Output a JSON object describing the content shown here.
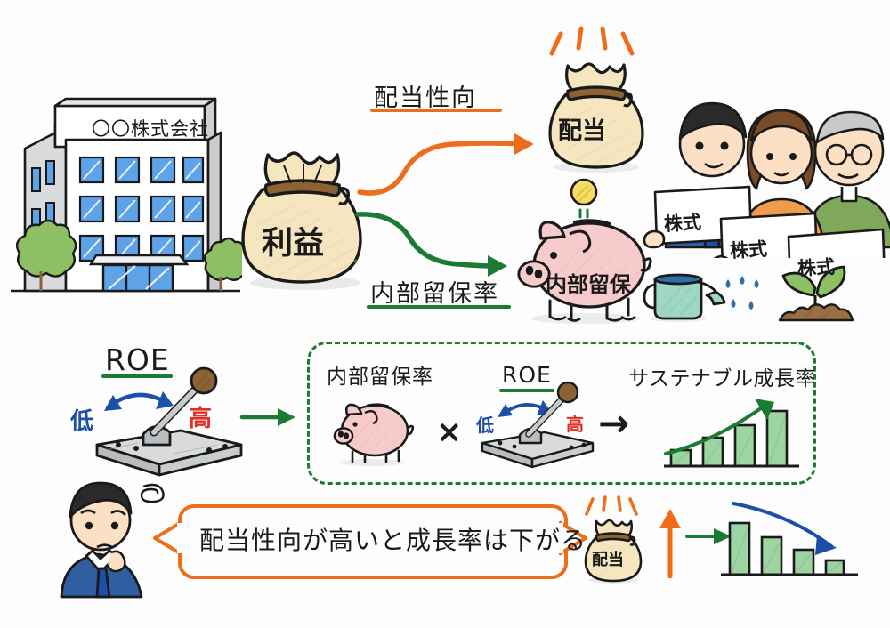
{
  "meta": {
    "title": "配当性向と内部留保率・サステナブル成長率の関係図",
    "background_color": "#fdfdfd",
    "ink_color": "#1a1a1a"
  },
  "colors": {
    "orange": "#ef6c1a",
    "green": "#1b7a33",
    "dark_green": "#166b2b",
    "blue": "#1b4fa8",
    "red": "#e03024",
    "bag_fill": "#f6e6c0",
    "bag_tie": "#8a6233",
    "pig_fill": "#f6cbcb",
    "coin_fill": "#f5dd62",
    "bar_fill": "#9ed3a4",
    "window_blue": "#5ea2e8",
    "building_gray": "#d8dadc",
    "tree_green": "#8cc063",
    "soil_brown": "#9a6f41",
    "can_teal": "#9ed8c4",
    "suit_blue": "#2f5fa0",
    "woman_orange": "#f09a4b",
    "elder_green": "#7fa85a",
    "skin": "#fbe0c4",
    "hair_black": "#2a2a2a",
    "hair_brown": "#7a4b28",
    "hair_gray": "#c9c9c9"
  },
  "scene_top": {
    "company": {
      "sign_label": "〇〇株式会社",
      "name": "company-building",
      "windows_front_cols": 4,
      "windows_front_rows": 3,
      "windows_side_cols": 2,
      "windows_side_rows": 3,
      "trees": 2
    },
    "profit_bag": {
      "label": "利益",
      "name": "profit-money-bag"
    },
    "branch_payout": {
      "label": "配当性向",
      "underline_color": "#ef6c1a",
      "arrow_color": "#ef6c1a",
      "arrow_direction": "up-right"
    },
    "branch_retention": {
      "label": "内部留保率",
      "underline_color": "#1b7a33",
      "arrow_color": "#1b7a33",
      "arrow_direction": "down-right"
    },
    "dividend_bag": {
      "label": "配当",
      "sparkle_color": "#ef6c1a",
      "sparkle_count": 4
    },
    "coin": {
      "label": "",
      "color": "#f5dd62"
    },
    "piggy": {
      "label": "内部留保",
      "fill": "#f6cbcb"
    },
    "watering_can": {
      "name": "watering-can",
      "drops": 5
    },
    "sprout": {
      "name": "sprout-plant",
      "leaves": 2
    },
    "shareholders": [
      {
        "name": "shareholder-businessman",
        "card_label": "株式",
        "outfit_color": "#2f5fa0",
        "hair": "#2a2a2a",
        "glasses": false
      },
      {
        "name": "shareholder-woman",
        "card_label": "株式",
        "outfit_color": "#f09a4b",
        "hair": "#7a4b28",
        "glasses": false
      },
      {
        "name": "shareholder-elder",
        "card_label": "株式",
        "outfit_color": "#7fa85a",
        "hair": "#c9c9c9",
        "glasses": true
      }
    ]
  },
  "scene_roe": {
    "title": "ROE",
    "title_underline_color": "#1b7a33",
    "low_label": "低",
    "low_color": "#1b4fa8",
    "high_label": "高",
    "high_color": "#e03024",
    "swing_arrow_color": "#1b4fa8",
    "to_formula_arrow_color": "#1b7a33"
  },
  "formula_box": {
    "border_color": "#1b7a33",
    "border_style": "dashed",
    "term1_label": "内部留保率",
    "operator": "×",
    "term2_label": "ROE",
    "term2_underline_color": "#1b7a33",
    "term2_low_label": "低",
    "term2_high_label": "高",
    "result_arrow": "→",
    "result_label": "サステナブル成長率",
    "chart": {
      "type": "bar",
      "trend": "rising",
      "trend_arrow_color": "#1b7a33",
      "bar_fill": "#9ed3a4",
      "values": [
        18,
        33,
        48,
        70
      ]
    }
  },
  "scene_bottom": {
    "person": {
      "name": "worried-businessman",
      "mood": "worried",
      "swirl": true
    },
    "speech_bubble": {
      "text": "配当性向が高いと成長率は下がる",
      "border_color": "#ef6c1a",
      "tail_left": true,
      "tail_right": true
    },
    "dividend_bag": {
      "label": "配当",
      "sparkle_color": "#ef6c1a"
    },
    "up_arrow_color": "#ef6c1a",
    "connector_arrow_color": "#1b7a33",
    "chart": {
      "type": "bar",
      "trend": "falling",
      "trend_arrow_color": "#1b4fa8",
      "bar_fill": "#9ed3a4",
      "values": [
        70,
        52,
        33,
        18
      ]
    }
  },
  "chart_data": [
    {
      "type": "bar",
      "title": "サステナブル成長率",
      "categories": [
        "1",
        "2",
        "3",
        "4"
      ],
      "values": [
        18,
        33,
        48,
        70
      ],
      "ylim": [
        0,
        80
      ],
      "trend": "rising",
      "annotation": "上昇を示す曲線矢印（緑）",
      "xlabel": "",
      "ylabel": "",
      "grid": false,
      "legend": "none"
    },
    {
      "type": "bar",
      "title": "成長率は下がる",
      "categories": [
        "1",
        "2",
        "3",
        "4"
      ],
      "values": [
        70,
        52,
        33,
        18
      ],
      "ylim": [
        0,
        80
      ],
      "trend": "falling",
      "annotation": "下降を示す曲線矢印（青）",
      "xlabel": "",
      "ylabel": "",
      "grid": false,
      "legend": "none"
    }
  ]
}
